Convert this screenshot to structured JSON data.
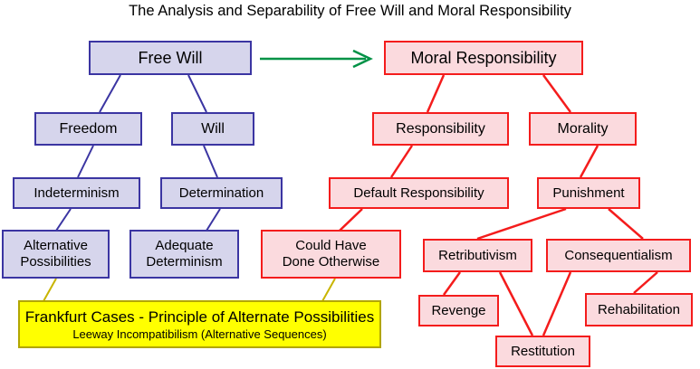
{
  "title": "The Analysis and Separability of Free Will and Moral Responsibility",
  "colors": {
    "blue_fill": "#d6d5ec",
    "blue_border": "#3b35a2",
    "red_fill": "#fbdade",
    "red_border": "#f41c1c",
    "yellow_fill": "#ffff00",
    "yellow_border": "#b2a600",
    "arrow_green": "#009246",
    "link_blue": "#3b35a2",
    "link_red": "#f41c1c",
    "link_yellow": "#c8b400"
  },
  "arrow": {
    "name": "free-will-to-moral-responsibility-arrow",
    "color": "#009246"
  },
  "nodes": {
    "free_will": "Free Will",
    "freedom": "Freedom",
    "will": "Will",
    "indeterminism": "Indeterminism",
    "determination": "Determination",
    "alternative_possibilities_l1": "Alternative",
    "alternative_possibilities_l2": "Possibilities",
    "adequate_determinism_l1": "Adequate",
    "adequate_determinism_l2": "Determinism",
    "frankfurt_line1": "Frankfurt Cases - Principle of Alternate Possibilities",
    "frankfurt_line2": "Leeway Incompatibilism (Alternative Sequences)",
    "moral_responsibility": "Moral Responsibility",
    "responsibility": "Responsibility",
    "morality": "Morality",
    "default_responsibility": "Default Responsibility",
    "punishment": "Punishment",
    "could_have_l1": "Could Have",
    "could_have_l2": "Done Otherwise",
    "retributivism": "Retributivism",
    "consequentialism": "Consequentialism",
    "revenge": "Revenge",
    "rehabilitation": "Rehabilitation",
    "restitution": "Restitution"
  }
}
